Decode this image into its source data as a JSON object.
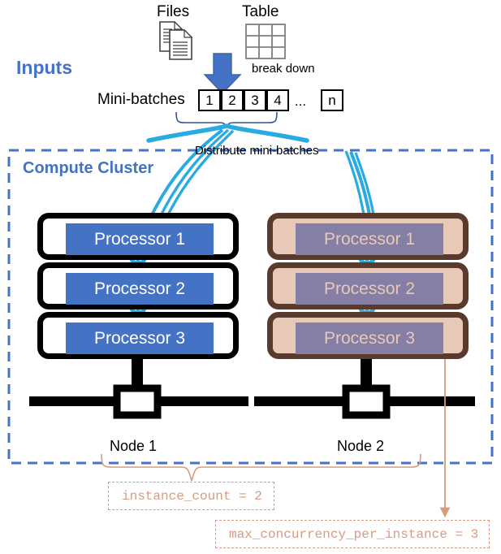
{
  "diagram": {
    "title": "Compute Cluster mini-batch distribution",
    "sections": {
      "inputs_label": "Inputs",
      "compute_cluster_label": "Compute Cluster"
    },
    "inputs": {
      "files_label": "Files",
      "files_icon": "documents-icon",
      "table_label": "Table",
      "table_icon": "table-grid-icon",
      "break_down_label": "break down",
      "down_arrow_icon": "arrow-down-icon",
      "minibatches_label": "Mini-batches",
      "minibatch_cells": [
        "1",
        "2",
        "3",
        "4"
      ],
      "minibatch_ellipsis": "...",
      "minibatch_last_cell": "n",
      "brace_icon": "curly-brace-icon"
    },
    "distribute": {
      "label": "Distribute mini-batches",
      "arrow_icon": "distribute-arrows-icon"
    },
    "nodes": [
      {
        "id": "node-1",
        "label": "Node 1",
        "state": "active",
        "processors": [
          "Processor 1",
          "Processor 2",
          "Processor 3"
        ],
        "base_icon": "node-stand-icon"
      },
      {
        "id": "node-2",
        "label": "Node 2",
        "state": "highlighted",
        "processors": [
          "Processor 1",
          "Processor 2",
          "Processor 3"
        ],
        "base_icon": "node-stand-icon"
      }
    ],
    "annotations": [
      {
        "id": "instance-count",
        "text": "instance_count = 2",
        "brace_icon": "curly-brace-icon"
      },
      {
        "id": "max-concurrency",
        "text": "max_concurrency_per_instance = 3",
        "arrow_icon": "arrow-down-icon"
      }
    ],
    "colors": {
      "accent_blue": "#4472C4",
      "cyan_arrow": "#29ABE2",
      "salmon": "#D79C7F",
      "node_b_border": "#5B3A2E",
      "node_b_frame": "#E8C9B8",
      "node_b_inner": "#857FA6",
      "black": "#000000",
      "white": "#FFFFFF"
    }
  }
}
